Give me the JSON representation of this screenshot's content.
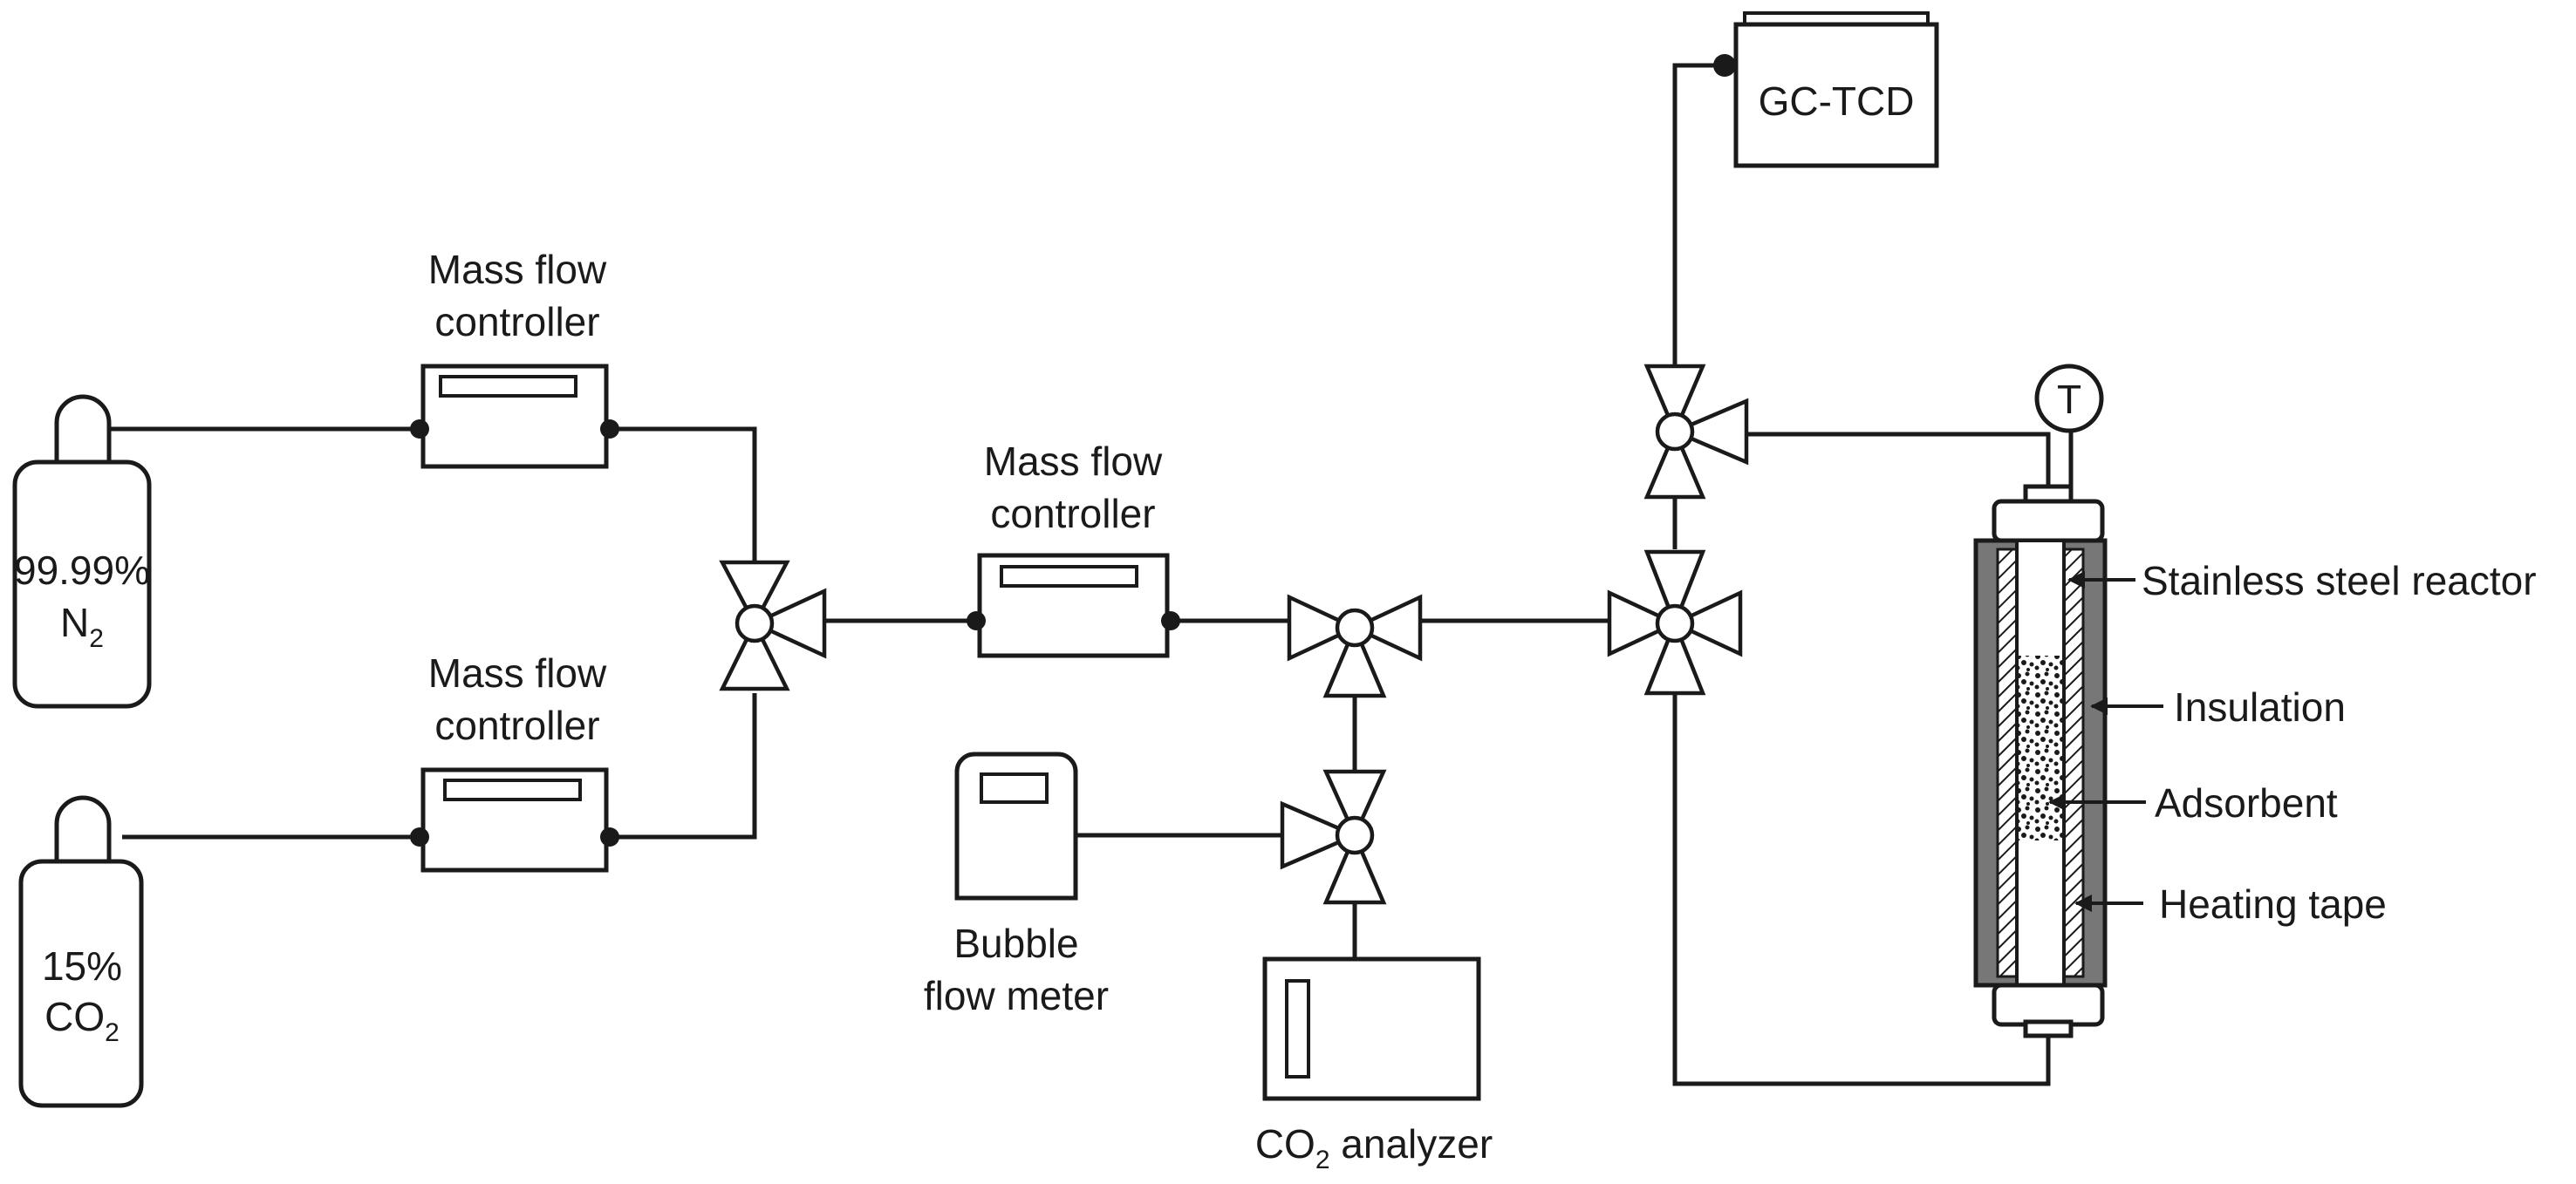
{
  "diagram": {
    "gas_sources": {
      "n2": {
        "line1": "99.99%",
        "line2": "N",
        "sub": "2"
      },
      "co2": {
        "line1": "15%",
        "line2": "CO",
        "sub": "2"
      }
    },
    "mfc_top": {
      "line1": "Mass flow",
      "line2": "controller"
    },
    "mfc_bottom": {
      "line1": "Mass flow",
      "line2": "controller"
    },
    "mfc_middle": {
      "line1": "Mass flow",
      "line2": "controller"
    },
    "bubble_flow_meter": {
      "line1": "Bubble",
      "line2": "flow meter"
    },
    "co2_analyzer": {
      "pre": "CO",
      "sub": "2",
      "post": " analyzer"
    },
    "gc_tcd": {
      "label": "GC-TCD"
    },
    "thermocouple": {
      "label": "T"
    },
    "reactor_labels": {
      "stainless": "Stainless steel reactor",
      "insulation": "Insulation",
      "adsorbent": "Adsorbent",
      "heating": "Heating tape"
    }
  }
}
